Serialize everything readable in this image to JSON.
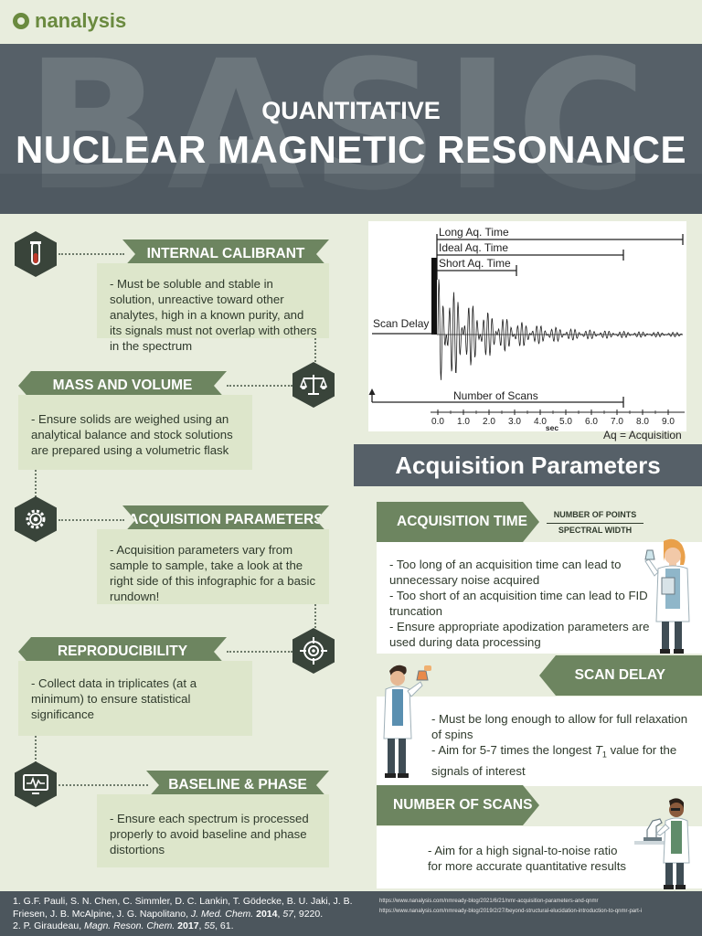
{
  "brand": {
    "name": "nanalysis"
  },
  "hero": {
    "background_word": "BASIC",
    "subtitle": "QUANTITATIVE",
    "title": "NUCLEAR MAGNETIC RESONANCE"
  },
  "left_sections": [
    {
      "title": "INTERNAL CALIBRANT",
      "icon": "test-tube-icon",
      "body": "- Must be soluble and stable in solution, unreactive toward other analytes, high in a known purity, and its signals must not overlap with others in the spectrum"
    },
    {
      "title": "MASS AND VOLUME",
      "icon": "scale-icon",
      "body": "- Ensure solids are weighed using an analytical balance and stock solutions are prepared using a volumetric flask"
    },
    {
      "title": "ACQUISITION PARAMETERS",
      "icon": "gear-icon",
      "body": "- Acquisition parameters vary from sample to sample, take a look at the right side of this infographic for a basic rundown!"
    },
    {
      "title": "REPRODUCIBILITY",
      "icon": "target-icon",
      "body": "- Collect data in triplicates (at a minimum) to ensure statistical significance"
    },
    {
      "title": "BASELINE & PHASE",
      "icon": "monitor-icon",
      "body": "- Ensure each spectrum is processed properly to avoid baseline and phase distortions"
    }
  ],
  "fid_diagram": {
    "labels": {
      "long": "Long Aq. Time",
      "ideal": "Ideal Aq. Time",
      "short": "Short Aq. Time",
      "scan_delay": "Scan Delay",
      "scans": "Number of Scans"
    },
    "ticks": [
      "0.0",
      "1.0",
      "2.0",
      "3.0",
      "4.0",
      "5.0",
      "6.0",
      "7.0",
      "8.0",
      "9.0"
    ],
    "unit": "sec",
    "aq_note": "Aq = Acquisition"
  },
  "acquisition": {
    "header": "Acquisition Parameters",
    "time": {
      "title": "ACQUISITION TIME",
      "fraction_top": "NUMBER OF POINTS",
      "fraction_bottom": "SPECTRAL WIDTH",
      "lines": [
        "- Too long of an acquisition time can lead to unnecessary noise acquired",
        "- Too short of an acquisition time can lead to FID truncation",
        "- Ensure appropriate apodization parameters are used during data processing"
      ]
    },
    "delay": {
      "title": "SCAN DELAY",
      "line1": "- Must be long enough to allow for full relaxation of spins",
      "line2_pre": "- Aim for 5-7 times the longest ",
      "line2_sym": "T",
      "line2_sub": "1",
      "line2_post": " value for the signals of interest"
    },
    "scans": {
      "title": "NUMBER OF SCANS",
      "body": "- Aim for a high signal-to-noise ratio for more accurate quantitative results"
    }
  },
  "references": {
    "ref1_text": "1. G.F. Pauli, S. N. Chen, C. Simmler, D. C. Lankin, T. Gödecke, B. U. Jaki, J. B. Friesen, J. B. McAlpine, J. G. Napolitano, ",
    "ref1_journal": "J. Med. Chem.",
    "ref1_year": "2014",
    "ref1_vol": "57",
    "ref1_page": ", 9220.",
    "ref2_text": "2. P. Giraudeau, ",
    "ref2_journal": "Magn. Reson. Chem.",
    "ref2_year": "2017",
    "ref2_vol": "55",
    "ref2_page": ", 61.",
    "url1": "https://www.nanalysis.com/nmready-blog/2021/6/21/nmr-acquisition-parameters-and-qnmr",
    "url2": "https://www.nanalysis.com/nmready-blog/2019/2/27/beyond-structural-elucidation-introduction-to-qnmr-part-i"
  },
  "colors": {
    "background": "#e8eddd",
    "accent_green": "#6d8560",
    "card_green": "#dde6cb",
    "slate": "#566068",
    "dark_icon": "#39443a"
  }
}
